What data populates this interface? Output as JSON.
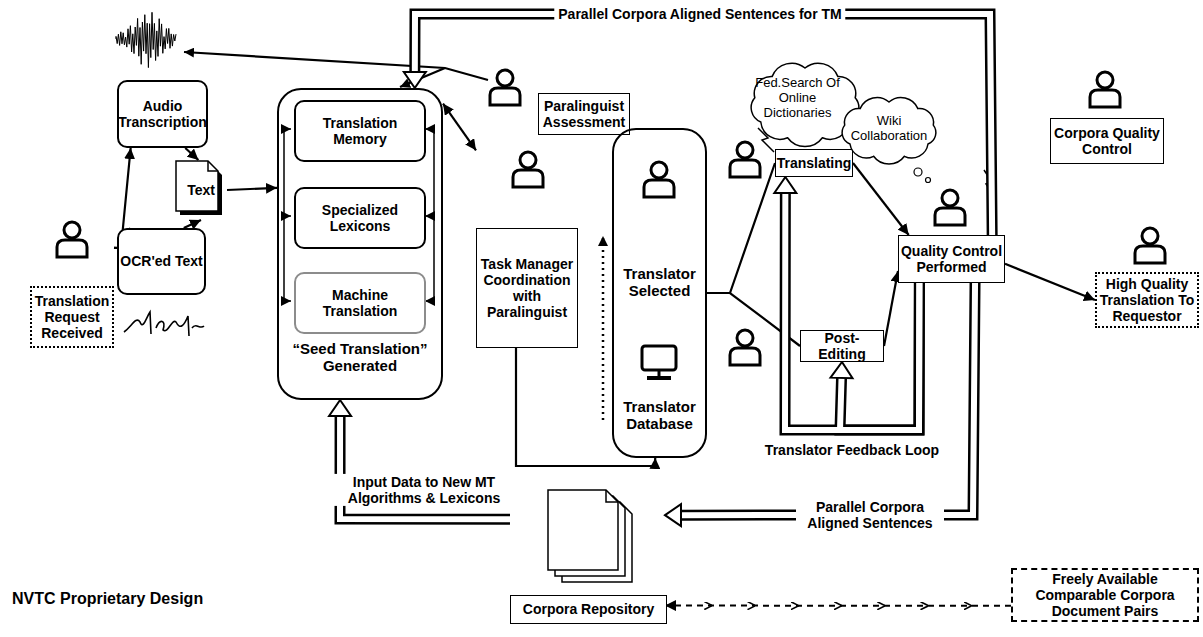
{
  "diagram": {
    "nodes": [
      {
        "text": [
          "Translation Request Received"
        ]
      },
      {
        "text": [
          "Audio Transcription"
        ]
      },
      {
        "text": [
          "Text"
        ]
      },
      {
        "text": [
          "OCR'ed Text"
        ]
      },
      {
        "text": [
          "“Seed Translation” Generated"
        ]
      },
      {
        "text": [
          "Translation Memory"
        ],
        "in": 4
      },
      {
        "text": [
          "Specialized Lexicons"
        ],
        "in": 4
      },
      {
        "text": [
          "Machine Translation"
        ],
        "in": 4
      },
      {
        "text": [
          "Paralinguist Assessment"
        ]
      },
      {
        "text": [
          "Task Manager Coordination with Paralinguist"
        ]
      },
      {
        "text": [
          "Translator Selected",
          "Translator Database"
        ]
      },
      {
        "text": [
          "Translating"
        ]
      },
      {
        "text": [
          "Post-Editing"
        ]
      },
      {
        "text": [
          "Fed.Search Of Online Dictionaries"
        ]
      },
      {
        "text": [
          "Wiki Collaboration"
        ]
      },
      {
        "text": [
          "Quality Control Performed"
        ]
      },
      {
        "text": [
          "Corpora Quality Control"
        ]
      },
      {
        "text": [
          "High Quality Translation To Requestor"
        ]
      },
      {
        "text": [
          "Corpora Repository"
        ]
      },
      {
        "text": [
          "Freely Available Comparable Corpora Document Pairs"
        ]
      }
    ],
    "edges": [
      {
        "from": 0,
        "to": 1,
        "arrow": "to"
      },
      {
        "from": 0,
        "to": 3,
        "arrow": "to"
      },
      {
        "from": 1,
        "to": 2,
        "arrow": "to"
      },
      {
        "from": 3,
        "to": 2,
        "arrow": "to"
      },
      {
        "from": 2,
        "to": 4,
        "arrow": "to"
      },
      {
        "from": 4,
        "to": 9,
        "arrow": "both"
      },
      {
        "from": 9,
        "to": 10,
        "arrow": "to"
      },
      {
        "from": 10,
        "to": 11,
        "arrow": "none"
      },
      {
        "from": 10,
        "to": 12,
        "arrow": "none"
      },
      {
        "from": 11,
        "to": 15,
        "arrow": "to"
      },
      {
        "from": 12,
        "to": 15,
        "arrow": "to"
      },
      {
        "from": 15,
        "to": 17,
        "arrow": "to"
      },
      {
        "from": 15,
        "to": 4,
        "arrow": "to",
        "label": "Parallel Corpora Aligned Sentences for TM"
      },
      {
        "from": 15,
        "to": 11,
        "arrow": "to",
        "label": "Translator Feedback Loop"
      },
      {
        "from": 15,
        "to": 12,
        "arrow": "to"
      },
      {
        "from": 15,
        "to": 18,
        "arrow": "to",
        "label": "Parallel Corpora Aligned Sentences"
      },
      {
        "from": 18,
        "to": 4,
        "arrow": "to",
        "label": "Input Data to New MT Algorithms & Lexicons"
      },
      {
        "from": 19,
        "to": 18,
        "arrow": "to"
      }
    ],
    "labels": [
      "NVTC Proprietary Design"
    ]
  }
}
